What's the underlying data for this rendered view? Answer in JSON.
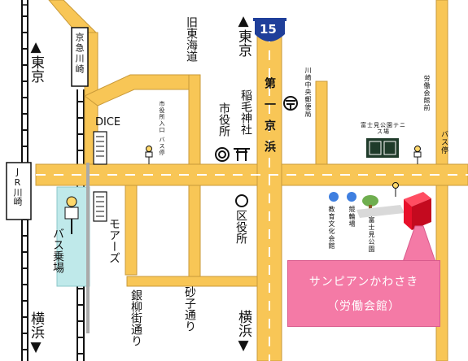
{
  "directions": {
    "tokyo_left": "▲東京",
    "yokohama_left": "横浜▼",
    "tokyo_center": "▲東京",
    "yokohama_center": "横浜▼"
  },
  "route": {
    "number": "15",
    "name": "第一京浜"
  },
  "stations": {
    "jr": "JR川崎",
    "keikyu": "京急川崎"
  },
  "streets": {
    "kyu_tokaido": "旧東海道",
    "ginryu": "銀柳街通り",
    "sunago": "砂子通り"
  },
  "places": {
    "dice": "DICE",
    "bus_terminal": "バス乗場",
    "mores": "モアーズ",
    "city_hall": "市役所",
    "inage_shrine": "稲毛神社",
    "ward_office": "区役所",
    "post_office": "川崎中央郵便局",
    "education_hall": "教育文化会館",
    "keirin": "競輪場",
    "fujimi_park": "富士見公園",
    "tennis": "富士見公園テニス場",
    "labor_hall_front": "労働会館前",
    "bus_stop_right": "バス停",
    "city_hall_entrance": "市役所入口",
    "bus_stop_left": "バス停"
  },
  "destination": {
    "name": "サンピアンかわさき",
    "sub": "（労働会館）"
  },
  "colors": {
    "road": "#f8c656",
    "bus_area": "#bfe9ea",
    "callout": "#f47aa6",
    "building": "#e8102a",
    "route_shield": "#1f3f9a"
  }
}
